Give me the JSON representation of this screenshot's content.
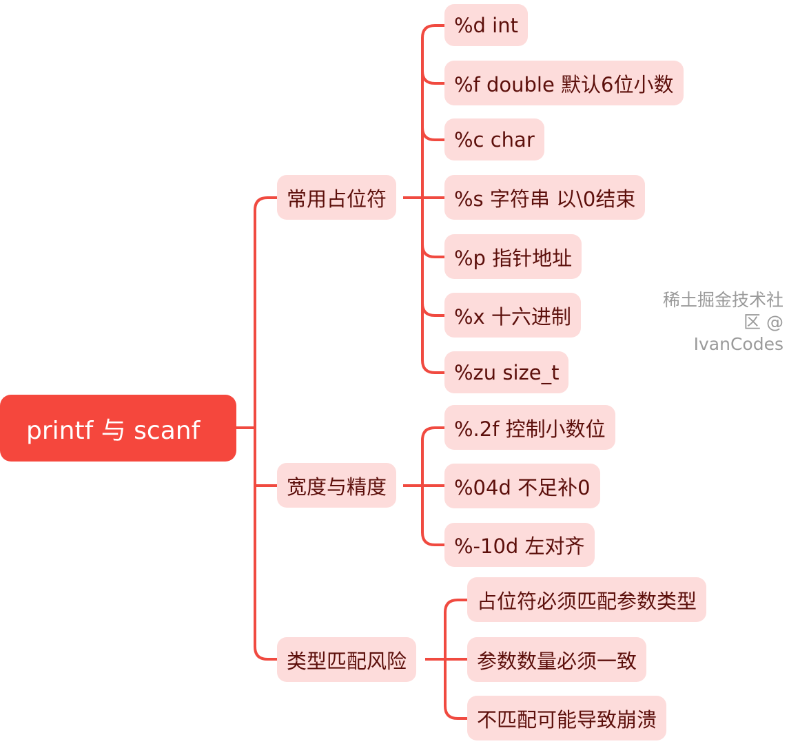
{
  "colors": {
    "root": "#f5473d",
    "branch_line": "#f04a40",
    "node_fill": "#fddcdb",
    "node_text": "#5c0f0b"
  },
  "root": "printf 与 scanf",
  "branches": [
    {
      "label": "常用占位符",
      "children": [
        "%d int",
        "%f double 默认6位小数",
        "%c char",
        "%s 字符串 以\\0结束",
        "%p 指针地址",
        "%x 十六进制",
        "%zu size_t"
      ]
    },
    {
      "label": "宽度与精度",
      "children": [
        "%.2f 控制小数位",
        "%04d 不足补0",
        "%-10d 左对齐"
      ]
    },
    {
      "label": "类型匹配风险",
      "children": [
        "占位符必须匹配参数类型",
        "参数数量必须一致",
        "不匹配可能导致崩溃"
      ]
    }
  ],
  "watermark": "稀土掘金技术社区 @ IvanCodes"
}
